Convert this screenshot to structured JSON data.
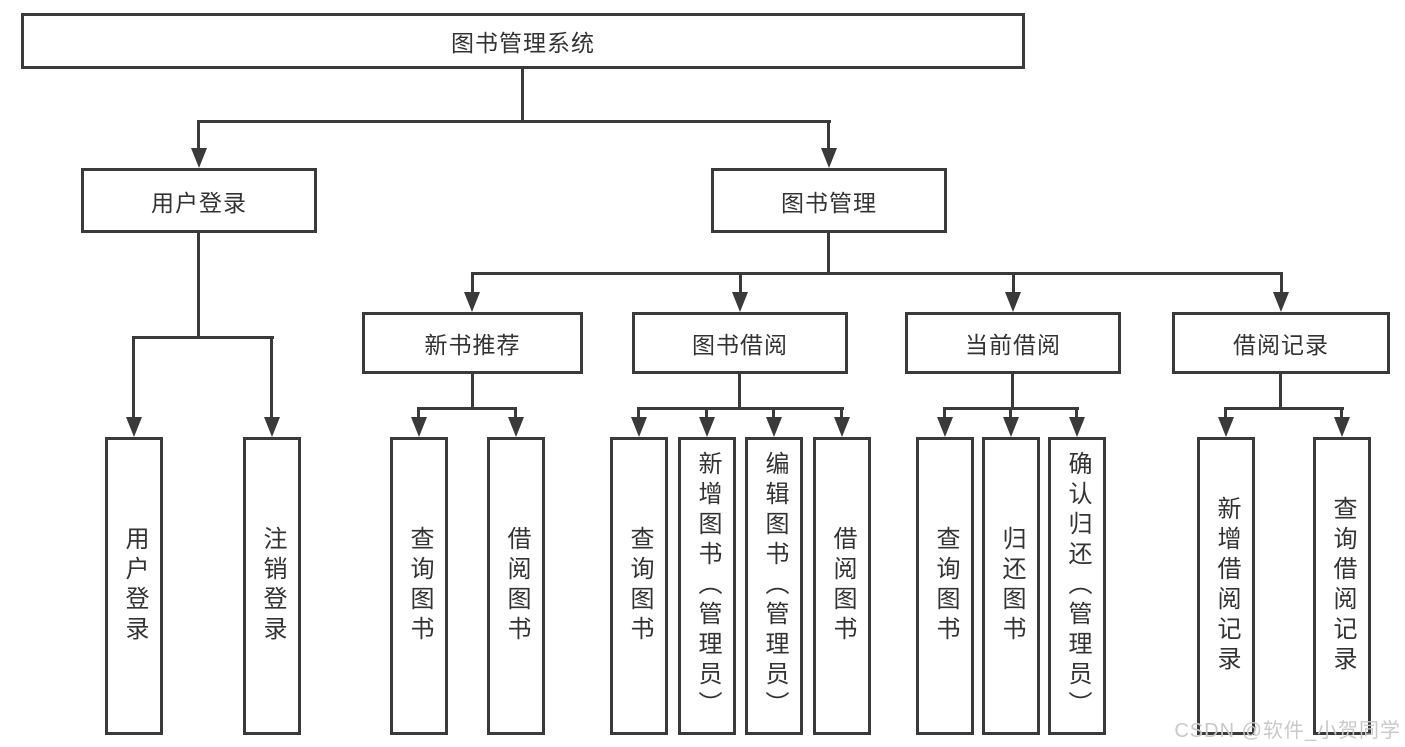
{
  "tree": {
    "root": "图书管理系统",
    "user_login": {
      "label": "用户登录",
      "children": {
        "login": "用户登录",
        "logout": "注销登录"
      }
    },
    "book_mgmt": {
      "label": "图书管理",
      "groups": {
        "new_books": {
          "label": "新书推荐",
          "children": {
            "query": "查询图书",
            "borrow": "借阅图书"
          }
        },
        "borrowing": {
          "label": "图书借阅",
          "children": {
            "query": "查询图书",
            "add": "新增图书（管理员）",
            "edit": "编辑图书（管理员）",
            "borrow": "借阅图书"
          }
        },
        "current": {
          "label": "当前借阅",
          "children": {
            "query": "查询图书",
            "return": "归还图书",
            "confirm": "确认归还（管理员）"
          }
        },
        "records": {
          "label": "借阅记录",
          "children": {
            "add": "新增借阅记录",
            "query": "查询借阅记录"
          }
        }
      }
    }
  },
  "colors": {
    "line": "#3a3a3a",
    "text": "#333333",
    "watermark": "#c9c9c9",
    "background": "#ffffff"
  },
  "watermark": "CSDN @软件_小贺同学"
}
